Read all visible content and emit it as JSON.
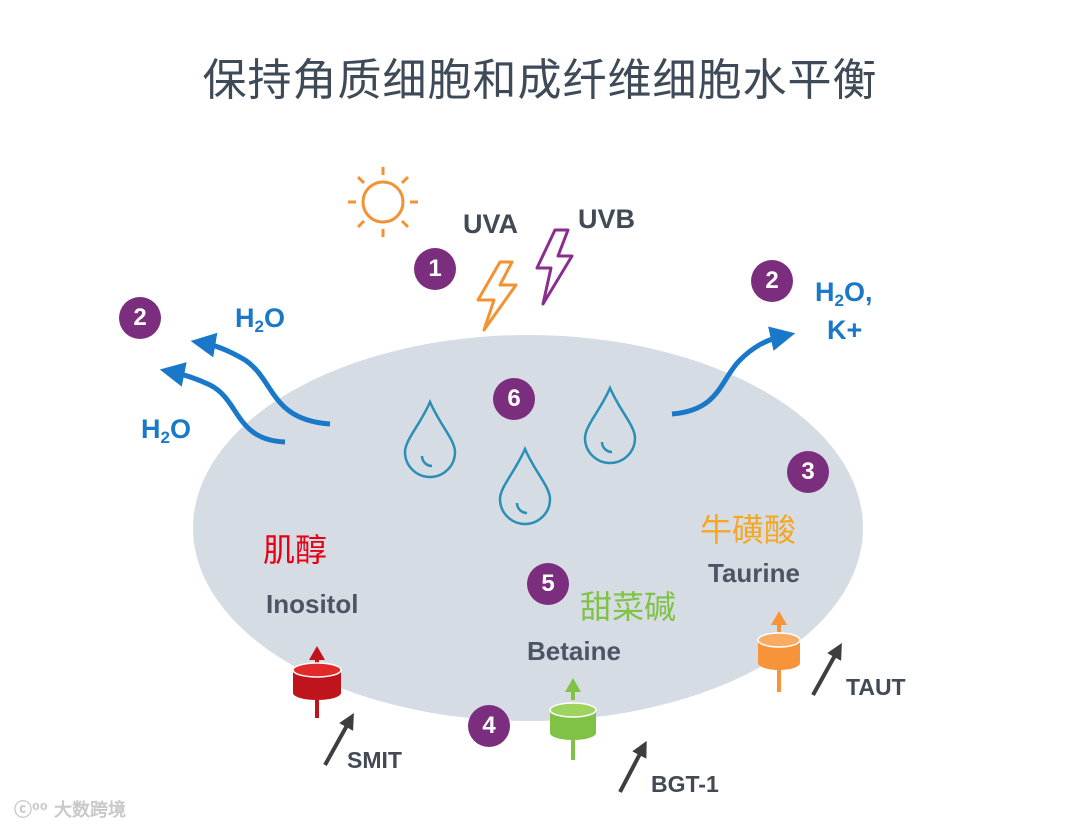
{
  "title": "保持角质细胞和成纤维细胞水平衡",
  "labels": {
    "uva": "UVA",
    "uvb": "UVB",
    "h2o_top_left": {
      "prefix": "H",
      "sub": "2",
      "suffix": "O"
    },
    "h2o_left": {
      "prefix": "H",
      "sub": "2",
      "suffix": "O"
    },
    "h2o_right_line1": {
      "prefix": "H",
      "sub": "2",
      "suffix": "O,"
    },
    "h2o_right_line2": "K+"
  },
  "numbers": {
    "n1": "1",
    "n2_left": "2",
    "n2_right": "2",
    "n3": "3",
    "n4": "4",
    "n5": "5",
    "n6": "6"
  },
  "osmolytes": {
    "inositol": {
      "cn": "肌醇",
      "en": "Inositol",
      "color": "#e60012"
    },
    "betaine": {
      "cn": "甜菜碱",
      "en": "Betaine",
      "color": "#7fc245"
    },
    "taurine": {
      "cn": "牛磺酸",
      "en": "Taurine",
      "color": "#f5a623"
    }
  },
  "transporters": {
    "smit": "SMIT",
    "bgt1": "BGT-1",
    "taut": "TAUT"
  },
  "colors": {
    "cell": "#d6dce4",
    "water_arrow": "#1a78c9",
    "number_badge": "#7b2d7e",
    "sun": "#f39232",
    "uva_bolt": "#f39232",
    "uvb_bolt": "#8a2d8e",
    "droplet": "#2a8fb5",
    "transport_arrow": "#3e3e3e"
  },
  "watermark": "大数跨境",
  "icons": [
    "sun-icon",
    "uva-lightning-icon",
    "uvb-lightning-icon",
    "water-droplet-icon",
    "transporter-channel-icon",
    "arrow-icon"
  ]
}
